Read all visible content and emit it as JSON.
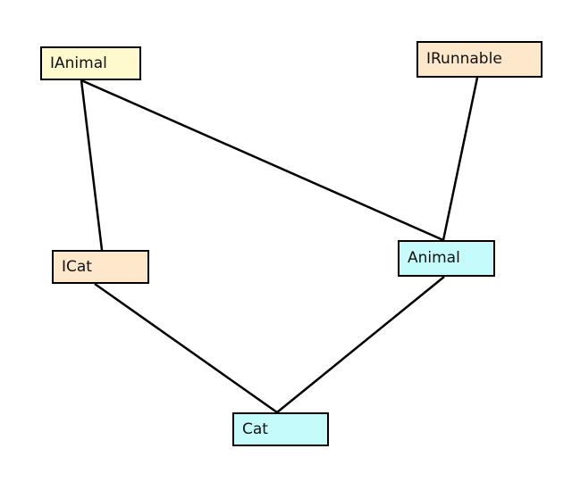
{
  "diagram": {
    "colors": {
      "interface_a": "#fffacd",
      "interface_b": "#fde8cc",
      "class": "#c5fbfb",
      "edge": "#000000"
    },
    "nodes": [
      {
        "id": "ianimal",
        "label": "IAnimal",
        "kind": "interface_a"
      },
      {
        "id": "irunnable",
        "label": "IRunnable",
        "kind": "interface_b"
      },
      {
        "id": "icat",
        "label": "ICat",
        "kind": "interface_b"
      },
      {
        "id": "animal",
        "label": "Animal",
        "kind": "class"
      },
      {
        "id": "cat",
        "label": "Cat",
        "kind": "class"
      }
    ],
    "edges": [
      {
        "from": "ianimal",
        "to": "icat"
      },
      {
        "from": "ianimal",
        "to": "animal"
      },
      {
        "from": "irunnable",
        "to": "animal"
      },
      {
        "from": "icat",
        "to": "cat"
      },
      {
        "from": "animal",
        "to": "cat"
      }
    ]
  }
}
